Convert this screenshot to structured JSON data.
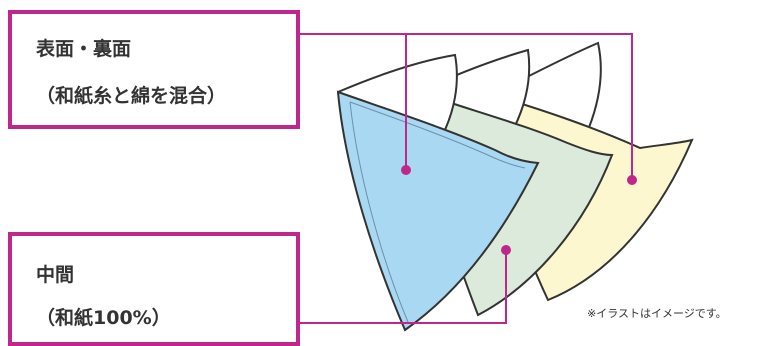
{
  "labels": {
    "outer": {
      "line1": "表面・裏面",
      "line2": "（和紙糸と綿を混合）"
    },
    "middle": {
      "line1": "中間",
      "line2": "（和紙100%）"
    }
  },
  "note": "※イラストはイメージです。",
  "colors": {
    "accent": "#c0278a",
    "front_layer": "#a8d8f2",
    "middle_layer": "#dceadb",
    "back_layer": "#fdf7cf",
    "outline": "#333333"
  }
}
